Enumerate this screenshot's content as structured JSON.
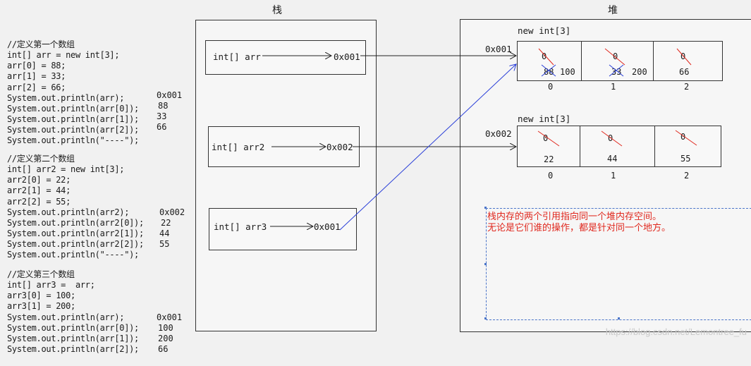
{
  "code_block1": [
    "//定义第一个数组",
    "int[] arr = new int[3];",
    "arr[0] = 88;",
    "arr[1] = 33;",
    "arr[2] = 66;",
    "System.out.println(arr);",
    "System.out.println(arr[0]);",
    "System.out.println(arr[1]);",
    "System.out.println(arr[2]);",
    "System.out.println(\"----\");"
  ],
  "out_block1": [
    "0x001",
    "88",
    "33",
    "66"
  ],
  "code_block2": [
    "//定义第二个数组",
    "int[] arr2 = new int[3];",
    "arr2[0] = 22;",
    "arr2[1] = 44;",
    "arr2[2] = 55;",
    "System.out.println(arr2);",
    "System.out.println(arr2[0]);",
    "System.out.println(arr2[1]);",
    "System.out.println(arr2[2]);",
    "System.out.println(\"----\");"
  ],
  "out_block2": [
    "0x002",
    "22",
    "44",
    "55"
  ],
  "code_block3": [
    "//定义第三个数组",
    "int[] arr3 =  arr;",
    "arr3[0] = 100;",
    "arr3[1] = 200;",
    "System.out.println(arr);",
    "System.out.println(arr[0]);",
    "System.out.println(arr[1]);",
    "System.out.println(arr[2]);"
  ],
  "out_block3": [
    "0x001",
    "100",
    "200",
    "66"
  ],
  "stack": {
    "title": "栈",
    "var1": "int[] arr",
    "addr1": "0x001",
    "var2": "int[] arr2",
    "addr2": "0x002",
    "var3": "int[] arr3",
    "addr3": "0x001"
  },
  "heap": {
    "title": "堆",
    "array1": {
      "label": "new int[3]",
      "address": "0x001",
      "old_values": [
        "0",
        "0",
        "0"
      ],
      "values": [
        "88",
        "33",
        "66"
      ],
      "new_values": [
        "100",
        "200",
        ""
      ],
      "indices": [
        "0",
        "1",
        "2"
      ]
    },
    "array2": {
      "label": "new int[3]",
      "address": "0x002",
      "old_values": [
        "0",
        "0",
        "0"
      ],
      "values": [
        "22",
        "44",
        "55"
      ],
      "indices": [
        "0",
        "1",
        "2"
      ]
    }
  },
  "note": {
    "line1": "栈内存的两个引用指向同一个堆内存空间。",
    "line2": "无论是它们谁的操作，都是针对同一个地方。"
  },
  "watermark": "https://blog.csdn.net/Lemontree_fu",
  "colors": {
    "blue": "#2a3fd8",
    "red": "#e0281e",
    "note_border": "#4a74c9"
  }
}
